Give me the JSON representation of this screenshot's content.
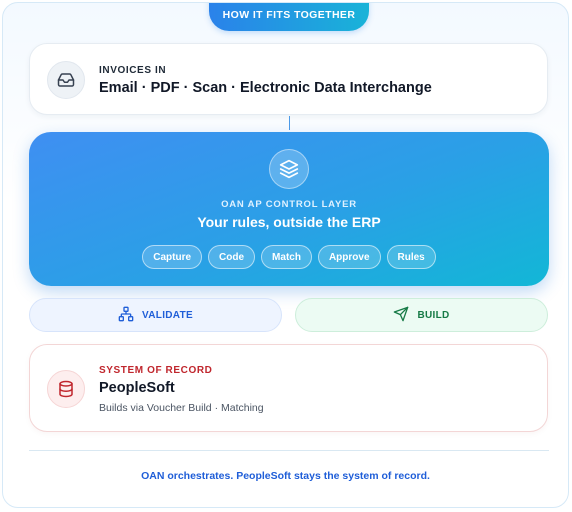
{
  "header": {
    "pill_label": "HOW IT FITS TOGETHER"
  },
  "invoices_card": {
    "icon": "inbox-icon",
    "eyebrow": "INVOICES IN",
    "title": "Email · PDF · Scan · Electronic Data Interchange"
  },
  "control_layer": {
    "icon": "layers-icon",
    "eyebrow": "OAN AP CONTROL LAYER",
    "title": "Your rules, outside the ERP",
    "chips": [
      "Capture",
      "Code",
      "Match",
      "Approve",
      "Rules"
    ]
  },
  "actions": {
    "validate": {
      "label": "VALIDATE",
      "icon": "sitemap-icon"
    },
    "build": {
      "label": "BUILD",
      "icon": "send-icon"
    }
  },
  "system_card": {
    "icon": "database-icon",
    "eyebrow": "SYSTEM OF RECORD",
    "title": "PeopleSoft",
    "subtitle": "Builds via Voucher Build · Matching"
  },
  "footer": {
    "text": "OAN orchestrates. PeopleSoft stays the system of record."
  },
  "colors": {
    "accent_blue": "#2a82ea",
    "accent_cyan": "#12b7d6",
    "validate_text": "#1f5ed8",
    "build_text": "#167a46",
    "record_red": "#c0262d"
  }
}
